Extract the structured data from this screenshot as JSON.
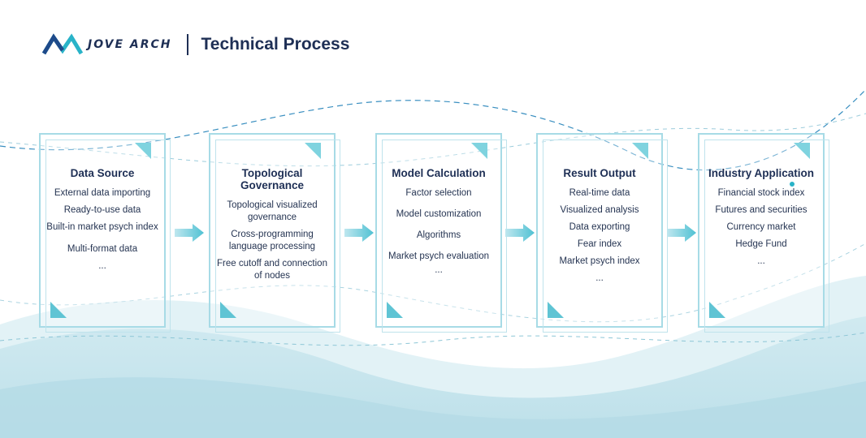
{
  "header": {
    "brand": "JOVE ARCH",
    "title": "Technical Process"
  },
  "colors": {
    "accent": "#29b3c8",
    "dark": "#1e2f55",
    "border": "#a7dbe6"
  },
  "icons": [
    "logo-icon",
    "arrow-right-icon",
    "corner-triangle-icon"
  ],
  "stages": [
    {
      "title": "Data Source",
      "items": [
        "External data importing",
        "Ready-to-use data",
        "Built-in market psych index",
        "Multi-format data",
        "..."
      ]
    },
    {
      "title": "Topological Governance",
      "items": [
        "Topological visualized governance",
        "Cross-programming language processing",
        "Free cutoff and connection of nodes"
      ]
    },
    {
      "title": "Model Calculation",
      "items": [
        "Factor selection",
        "Model customization",
        "Algorithms",
        "Market psych evaluation",
        "..."
      ]
    },
    {
      "title": "Result Output",
      "items": [
        "Real-time data",
        "Visualized analysis",
        "Data exporting",
        "Fear index",
        "Market psych index",
        "..."
      ]
    },
    {
      "title": "Industry Application",
      "items": [
        "Financial stock index",
        "Futures and securities",
        "Currency market",
        "Hedge Fund",
        "..."
      ]
    }
  ]
}
